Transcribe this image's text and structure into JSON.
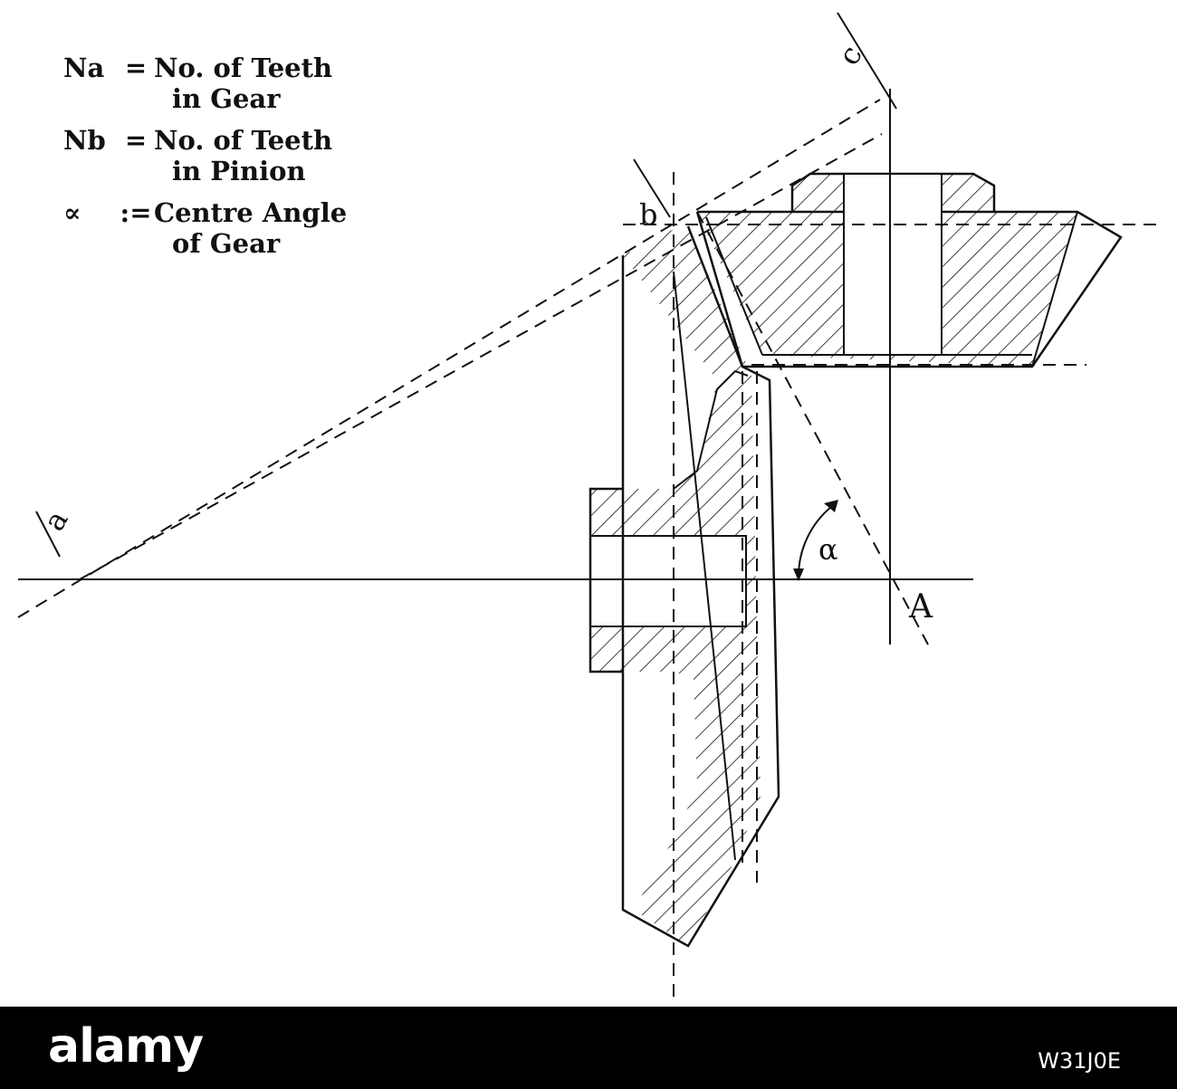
{
  "legend": [
    {
      "symbol": "Na",
      "equals": "=",
      "line1": "No. of Teeth",
      "line2": "in Gear"
    },
    {
      "symbol": "Nb",
      "equals": "=",
      "line1": "No. of Teeth",
      "line2": "in Pinion"
    },
    {
      "symbol": "∝",
      "equals": ":=",
      "line1": "Centre Angle",
      "line2": "of Gear"
    }
  ],
  "labels": {
    "point_a": "A",
    "point_b": "b",
    "dimension_a": "a",
    "dimension_c": "c",
    "angle": "α"
  },
  "footer": {
    "brand": "alamy",
    "stock_id": "W31J0E"
  },
  "colors": {
    "line": "#111111",
    "background": "#ffffff",
    "footer_bg": "#000000",
    "footer_text": "#ffffff"
  }
}
